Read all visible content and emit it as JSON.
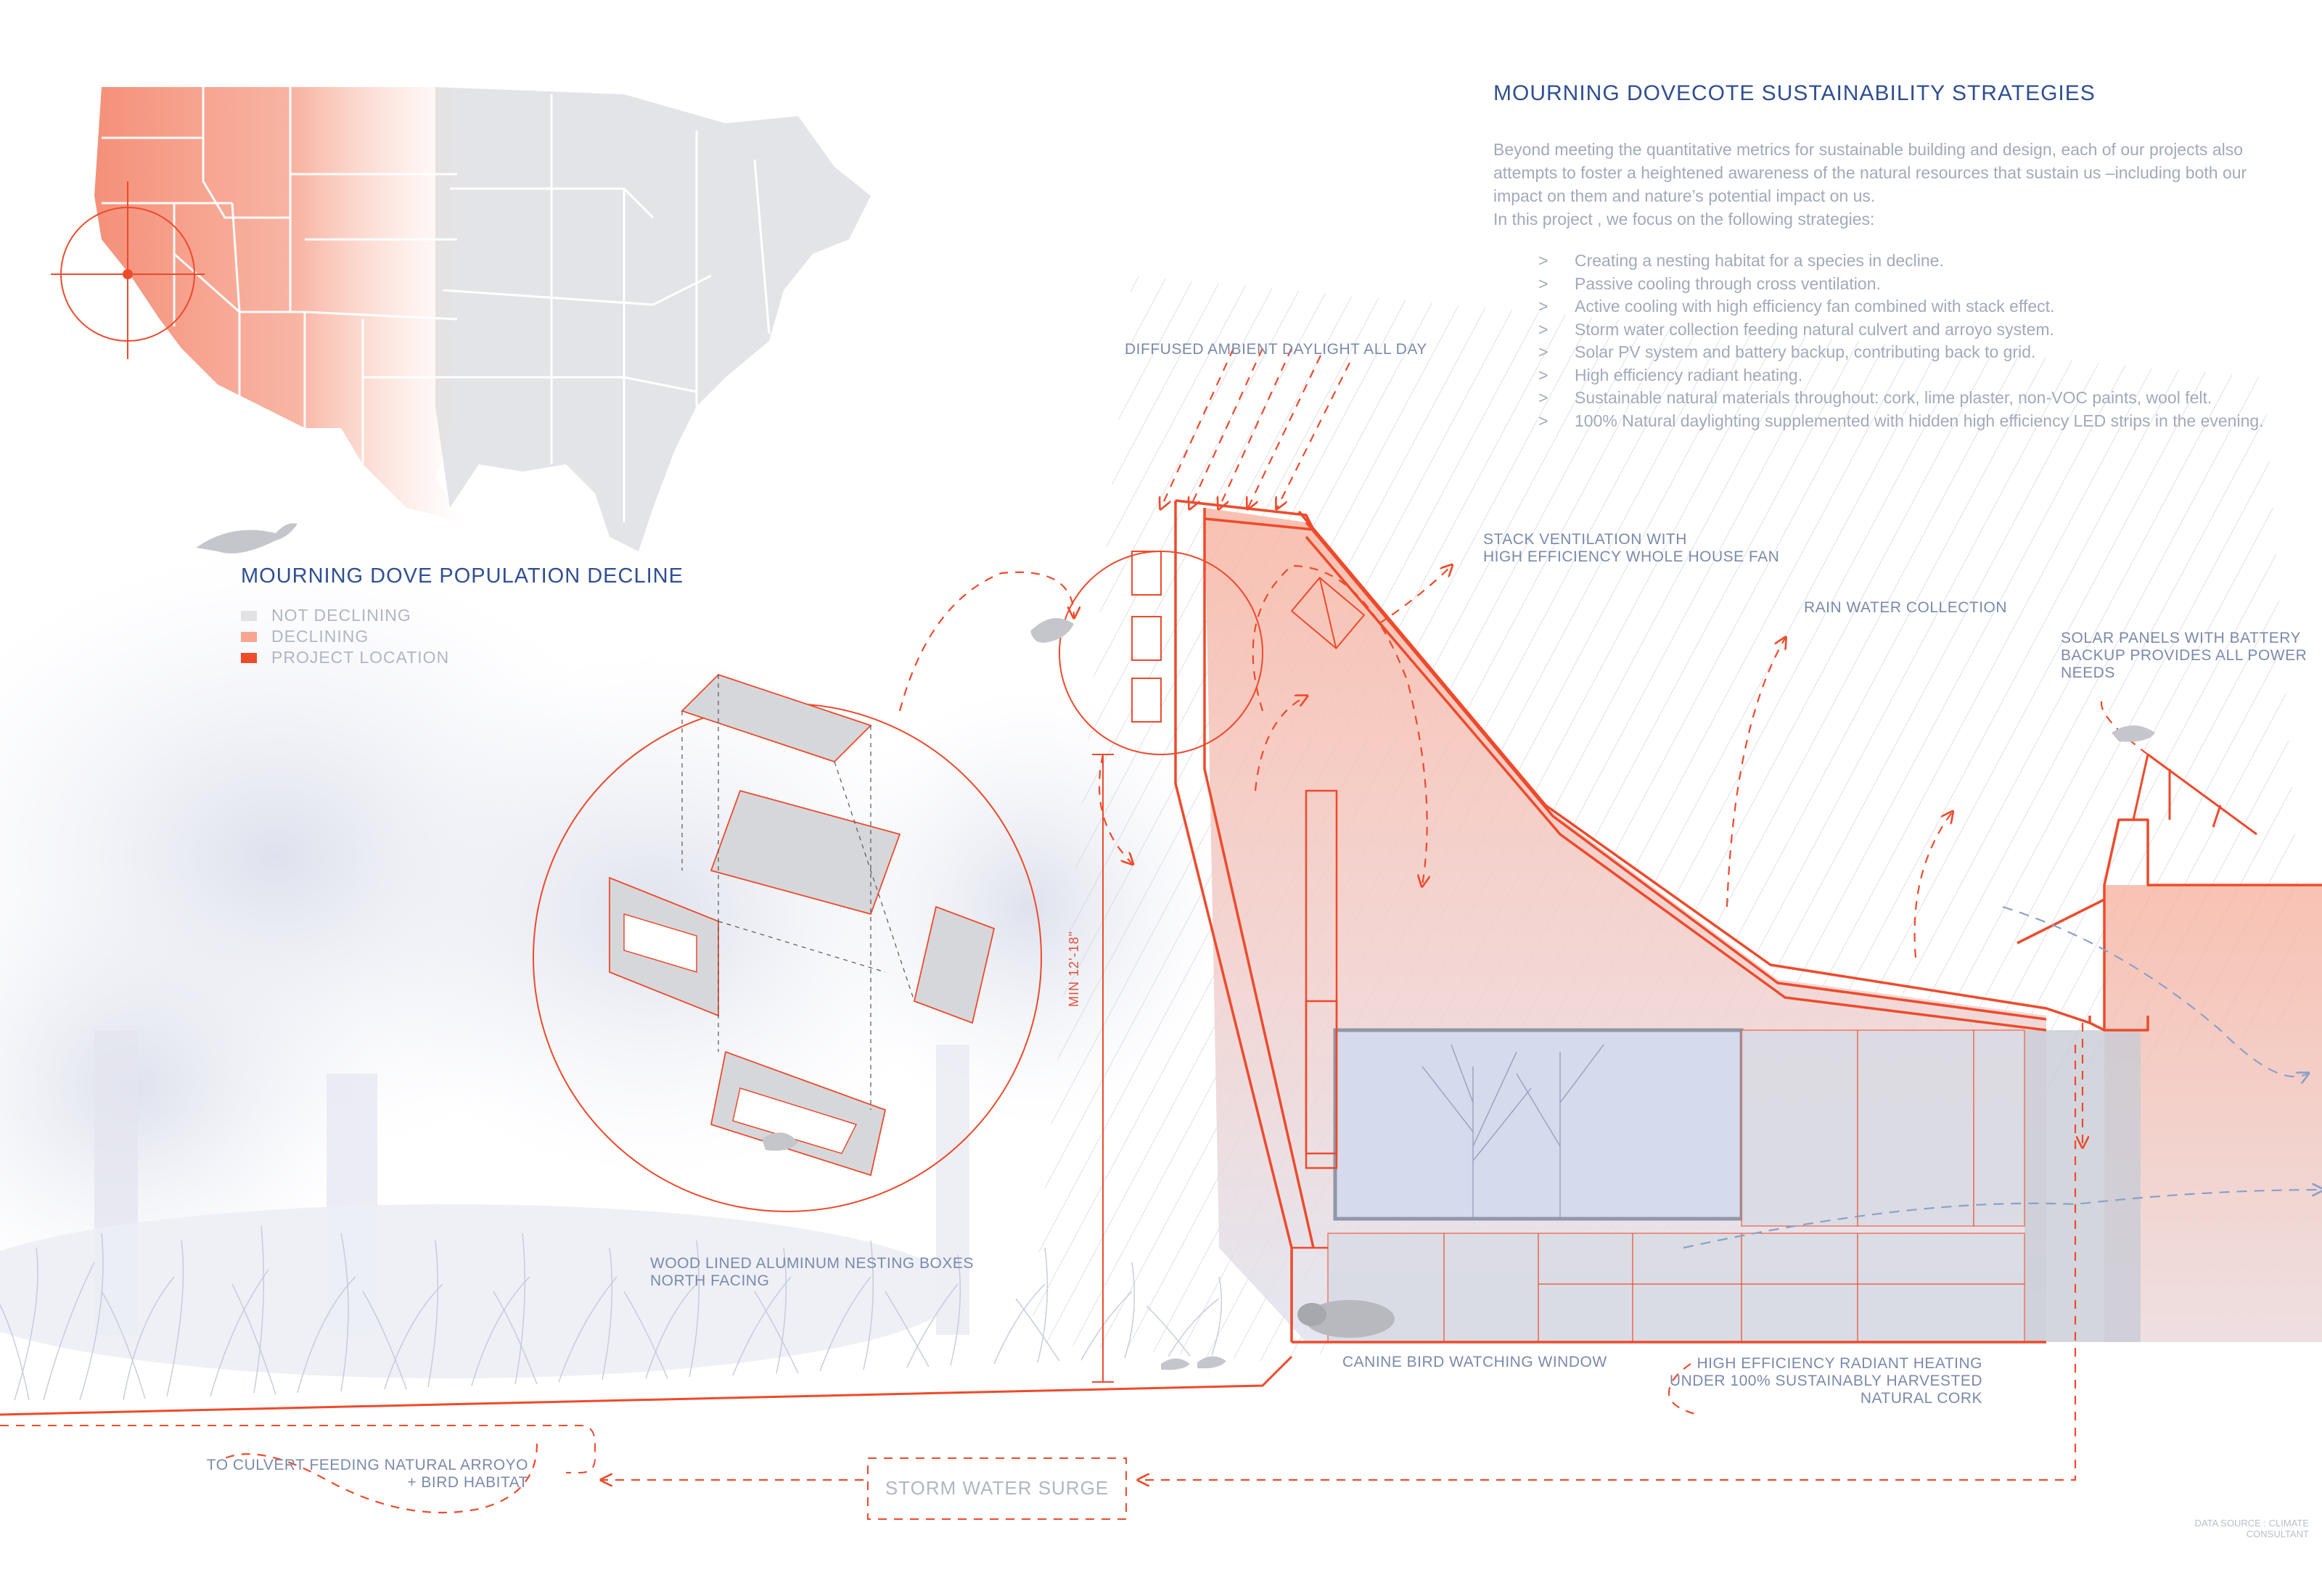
{
  "header": {
    "title": "MOURNING DOVECOTE SUSTAINABILITY STRATEGIES",
    "intro_1": "Beyond meeting the quantitative metrics for sustainable building and design, each of our projects also attempts to foster a heightened awareness of the natural resources that sustain us –including both our impact on them and nature’s potential impact on us.",
    "intro_2": "In this project , we focus on the following strategies:",
    "bullet_marker": ">",
    "strategies": [
      "Creating a nesting habitat for a species in decline.",
      "Passive cooling through cross ventilation.",
      "Active cooling with high efficiency fan combined with  stack effect.",
      "Storm water collection feeding natural culvert and arroyo system.",
      "Solar PV system and battery backup, contributing back to grid.",
      "High efficiency radiant heating.",
      "Sustainable natural materials throughout: cork, lime plaster, non-VOC paints, wool felt.",
      "100% Natural daylighting supplemented with hidden high efficiency LED strips in the evening."
    ]
  },
  "legend": {
    "title": "MOURNING DOVE POPULATION DECLINE",
    "items": [
      {
        "label": "NOT DECLINING",
        "color": "#e2e2e4"
      },
      {
        "label": "DECLINING",
        "color": "#f6a590"
      },
      {
        "label": "PROJECT LOCATION",
        "color": "#ee4a2b"
      }
    ]
  },
  "annotations": {
    "daylight": "DIFFUSED AMBIENT DAYLIGHT ALL DAY",
    "stack_1": "STACK VENTILATION WITH",
    "stack_2": "HIGH EFFICIENCY WHOLE HOUSE FAN",
    "rain": "RAIN WATER COLLECTION",
    "solar_1": "SOLAR PANELS WITH BATTERY",
    "solar_2": "BACKUP PROVIDES ALL POWER",
    "solar_3": "NEEDS",
    "nesting_1": "WOOD LINED ALUMINUM NESTING BOXES",
    "nesting_2": "NORTH FACING",
    "canine": "CANINE BIRD WATCHING WINDOW",
    "radiant_1": "HIGH EFFICIENCY RADIANT HEATING",
    "radiant_2": "UNDER 100% SUSTAINABLY HARVESTED",
    "radiant_3": "NATURAL CORK",
    "culvert_1": "TO CULVERT FEEDING NATURAL ARROYO",
    "culvert_2": "+ BIRD HABITAT",
    "surge": "STORM WATER SURGE",
    "dimension": "MIN 12'-18\"",
    "data_source": "DATA SOURCE : CLIMATE CONSULTANT"
  },
  "colors": {
    "accent": "#ee4a2b",
    "title_blue": "#2f4f93",
    "map_declining": "#f6a590",
    "map_not_declining": "#e2e2e4"
  }
}
